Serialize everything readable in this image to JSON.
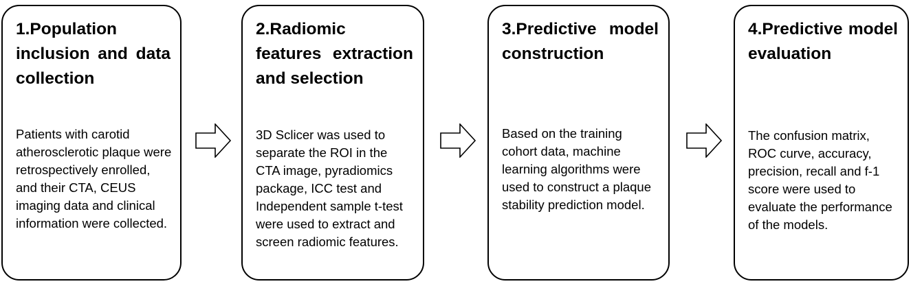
{
  "steps": [
    {
      "title": "1.Population inclusion and data collection",
      "body": "Patients with carotid atherosclerotic plaque were retrospectively enrolled, and their CTA, CEUS imaging data and clinical information were collected."
    },
    {
      "title": "2.Radiomic features extraction and selection",
      "body": "3D Sclicer was used to separate the ROI in the CTA image, pyradiomics package, ICC test and Independent sample t-test were used to extract and screen radiomic features."
    },
    {
      "title": "3.Predictive model construction",
      "body": "Based on the training cohort data, machine learning algorithms were used to construct a plaque stability prediction model."
    },
    {
      "title": "4.Predictive model evaluation",
      "body": "The confusion matrix, ROC curve, accuracy, precision, recall and f-1 score were used to evaluate the performance of the models."
    }
  ],
  "colors": {
    "stroke": "#000000",
    "background": "#ffffff"
  },
  "icons": [
    "right-arrow-icon",
    "right-arrow-icon",
    "right-arrow-icon"
  ]
}
